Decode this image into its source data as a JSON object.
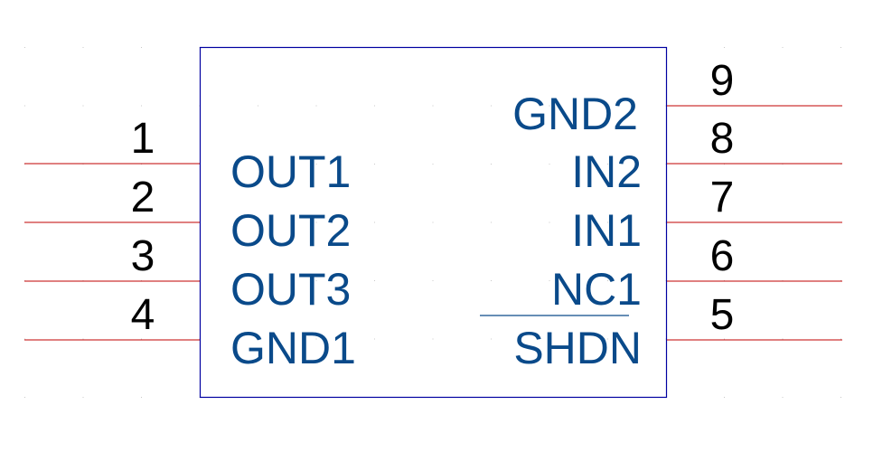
{
  "colors": {
    "body_border": "#0000a0",
    "pin_line": "#c00000",
    "pin_label": "#0a4a8a",
    "pin_number": "#000000",
    "grid_dot": "#c8c8c8"
  },
  "component": {
    "left_pins": [
      {
        "number": "1",
        "label": "OUT1",
        "inverted": false
      },
      {
        "number": "2",
        "label": "OUT2",
        "inverted": false
      },
      {
        "number": "3",
        "label": "OUT3",
        "inverted": false
      },
      {
        "number": "4",
        "label": "GND1",
        "inverted": false
      }
    ],
    "right_pins": [
      {
        "number": "9",
        "label": "GND2",
        "inverted": false
      },
      {
        "number": "8",
        "label": "IN2",
        "inverted": false
      },
      {
        "number": "7",
        "label": "IN1",
        "inverted": false
      },
      {
        "number": "6",
        "label": "NC1",
        "inverted": false
      },
      {
        "number": "5",
        "label": "SHDN",
        "inverted": true
      }
    ]
  }
}
